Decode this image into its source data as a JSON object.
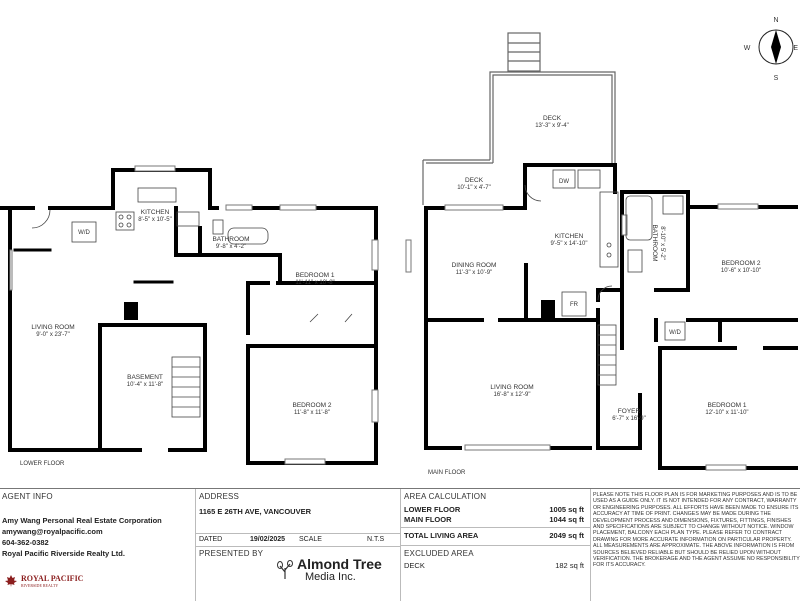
{
  "compass": {
    "n": "N",
    "s": "S",
    "e": "E",
    "w": "W"
  },
  "lower_floor": {
    "label": "LOWER FLOOR",
    "rooms": [
      {
        "name": "KITCHEN",
        "dims": "8'-5\" x 10'-5\""
      },
      {
        "name": "BATHROOM",
        "dims": "9'-8\" x 4'-2\""
      },
      {
        "name": "BEDROOM 1",
        "dims": "11'-11\" x 10'-8\""
      },
      {
        "name": "LIVING ROOM",
        "dims": "9'-0\" x 23'-7\""
      },
      {
        "name": "BASEMENT",
        "dims": "10'-4\" x 11'-8\""
      },
      {
        "name": "BEDROOM 2",
        "dims": "11'-8\" x 11'-8\""
      }
    ],
    "fixtures": {
      "wd": "W/D"
    }
  },
  "main_floor": {
    "label": "MAIN FLOOR",
    "rooms": [
      {
        "name": "DECK",
        "dims": "13'-3\" x 9'-4\""
      },
      {
        "name": "DECK",
        "dims": "10'-1\" x 4'-7\""
      },
      {
        "name": "KITCHEN",
        "dims": "9'-5\" x 14'-10\""
      },
      {
        "name": "DINING ROOM",
        "dims": "11'-3\" x 10'-9\""
      },
      {
        "name": "BATHROOM",
        "dims": "8'-10\" x 5'-2\""
      },
      {
        "name": "BEDROOM 2",
        "dims": "10'-6\" x 10'-10\""
      },
      {
        "name": "LIVING ROOM",
        "dims": "16'-8\" x 12'-9\""
      },
      {
        "name": "FOYER",
        "dims": "6'-7\" x 16'-9\""
      },
      {
        "name": "BEDROOM 1",
        "dims": "12'-10\" x 11'-10\""
      }
    ],
    "fixtures": {
      "dw": "DW",
      "fr": "FR",
      "wd": "W/D"
    }
  },
  "agent": {
    "header": "AGENT INFO",
    "lines": [
      "Amy Wang Personal Real Estate Corporation",
      "amywang@royalpacific.com",
      "604-362-0382",
      "Royal Pacific Riverside Realty Ltd."
    ],
    "logo_line1": "ROYAL PACIFIC",
    "logo_line2": "RIVERSIDE REALTY"
  },
  "address": {
    "header": "ADDRESS",
    "street": "1165 E 26TH AVE, VANCOUVER",
    "dated_label": "DATED",
    "dated_value": "19/02/2025",
    "scale_label": "SCALE",
    "scale_value": "N.T.S",
    "presented_label": "PRESENTED BY",
    "company_line1": "Almond Tree",
    "company_line2": "Media Inc."
  },
  "area": {
    "header": "AREA CALCULATION",
    "rows": [
      {
        "label": "LOWER FLOOR",
        "value": "1005 sq ft"
      },
      {
        "label": "MAIN FLOOR",
        "value": "1044 sq ft"
      }
    ],
    "total": {
      "label": "TOTAL LIVING AREA",
      "value": "2049 sq ft"
    },
    "excluded_header": "EXCLUDED AREA",
    "excluded": [
      {
        "label": "DECK",
        "value": "182 sq ft"
      }
    ]
  },
  "disclaimer": "Please note this floor plan is for marketing purposes and is to be used as a guide only. It is not intended for any contract, warranty or engineering purposes. All efforts have been made to ensure its accuracy at time of print. Changes may be made during the development process and dimensions, fixtures, fittings, finishes and specifications are subject to change without notice. Window placement, balcony each plan type. Please refer to contract drawing for more accurate information on particular property. All measurements are approximate. The above information is from sources believed reliable but should be relied upon without verification. The brokerage and the agent assume no responsibility for its accuracy.",
  "colors": {
    "wall": "#000000",
    "brand_red": "#8b1e1e"
  }
}
